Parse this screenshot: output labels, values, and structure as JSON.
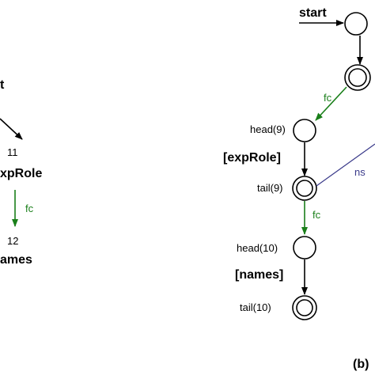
{
  "left_panel": {
    "start_fragment": "t",
    "state_11_id": "11",
    "role_label": "xpRole",
    "edge_fc": "fc",
    "state_12_id": "12",
    "names_label": "ames"
  },
  "right_panel": {
    "start_label": "start",
    "edge_fc_top": "fc",
    "head9": "head(9)",
    "role_label": "[expRole]",
    "tail9": "tail(9)",
    "edge_ns": "ns",
    "edge_fc_mid": "fc",
    "head10": "head(10)",
    "names_label": "[names]",
    "tail10": "tail(10)",
    "panel_label": "(b)"
  },
  "colors": {
    "black": "#000000",
    "green": "#1a7f1a",
    "blue": "#3a3a8a"
  }
}
